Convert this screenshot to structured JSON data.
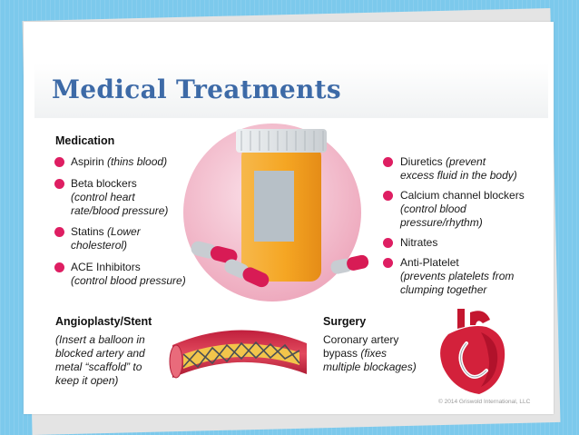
{
  "title": "Medical Treatments",
  "medication": {
    "heading": "Medication",
    "left_items": [
      {
        "name": "Aspirin",
        "detail": "(thins blood)"
      },
      {
        "name": "Beta blockers",
        "detail_lines": [
          "(control heart",
          "rate/blood pressure)"
        ]
      },
      {
        "name": "Statins",
        "detail": "(Lower",
        "detail_lines": [
          "cholesterol)"
        ]
      },
      {
        "name": "ACE Inhibitors",
        "detail_lines": [
          "(control blood pressure)"
        ]
      }
    ],
    "right_items": [
      {
        "name": "Diuretics",
        "detail": "(prevent",
        "detail_lines": [
          "excess fluid in the body)"
        ]
      },
      {
        "name": "Calcium channel blockers",
        "detail_lines": [
          "(control blood",
          "pressure/rhythm)"
        ]
      },
      {
        "name": "Nitrates"
      },
      {
        "name": "Anti-Platelet",
        "detail_lines": [
          "(prevents platelets from",
          "clumping together"
        ]
      }
    ]
  },
  "angioplasty": {
    "heading": "Angioplasty/Stent",
    "lines": [
      "(Insert a balloon in",
      "blocked artery and",
      "metal “scaffold” to",
      "keep it open)"
    ]
  },
  "surgery": {
    "heading": "Surgery",
    "lines": [
      "Coronary artery",
      "bypass",
      "(fixes",
      "multiple blockages)"
    ]
  },
  "copyright": "© 2014 Griswold International, LLC",
  "colors": {
    "accent": "#de1e62",
    "title": "#3d6aa7",
    "background": "#7cc9ec",
    "pill_bottle": "#f5a623"
  }
}
